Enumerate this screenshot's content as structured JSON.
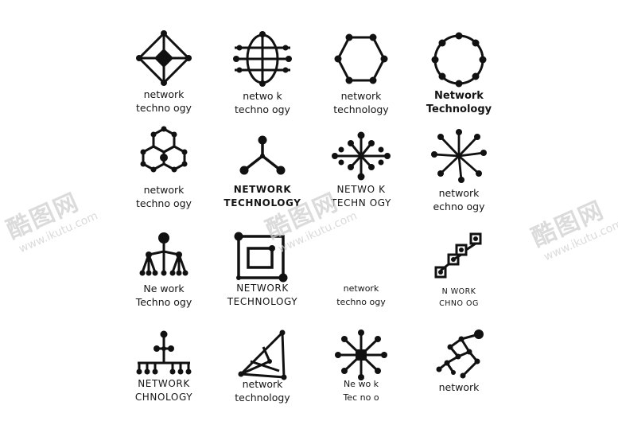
{
  "watermark": {
    "logo_text": "酷图网",
    "url_text": "www.ikutu.com"
  },
  "icons": [
    {
      "id": "diamond-octahedron",
      "line1": "network",
      "line2": "techno ogy"
    },
    {
      "id": "globe-meridians",
      "line1": "netwo k",
      "line2": "techno ogy"
    },
    {
      "id": "hexagon-ring",
      "line1": "network",
      "line2": "technology"
    },
    {
      "id": "circle-ring",
      "line1": "Network",
      "line2": "Technology"
    },
    {
      "id": "triple-hexagon",
      "line1": "network",
      "line2": "techno ogy"
    },
    {
      "id": "tri-star",
      "line1": "NETWORK",
      "line2": "TECHNOLOGY"
    },
    {
      "id": "branch-cross",
      "line1": "NETWO K",
      "line2": "TECHN  OGY"
    },
    {
      "id": "starburst",
      "line1": "network",
      "line2": "echno ogy"
    },
    {
      "id": "hierarchy-tree",
      "line1": "Ne work",
      "line2": "Techno ogy"
    },
    {
      "id": "nested-squares",
      "line1": "NETWORK",
      "line2": "TECHNOLOGY"
    },
    {
      "id": "empty-slot",
      "line1": "network",
      "line2": "techno ogy"
    },
    {
      "id": "diagonal-chain",
      "line1": "N  WORK",
      "line2": "CHNO OG"
    },
    {
      "id": "bus-tree",
      "line1": "NETWORK",
      "line2": "CHNOLOGY"
    },
    {
      "id": "triangle-net",
      "line1": "network",
      "line2": "technology"
    },
    {
      "id": "diamond-cross",
      "line1": "Ne wo k",
      "line2": "Tec no o"
    },
    {
      "id": "constellation",
      "line1": "network",
      "line2": "  "
    }
  ]
}
